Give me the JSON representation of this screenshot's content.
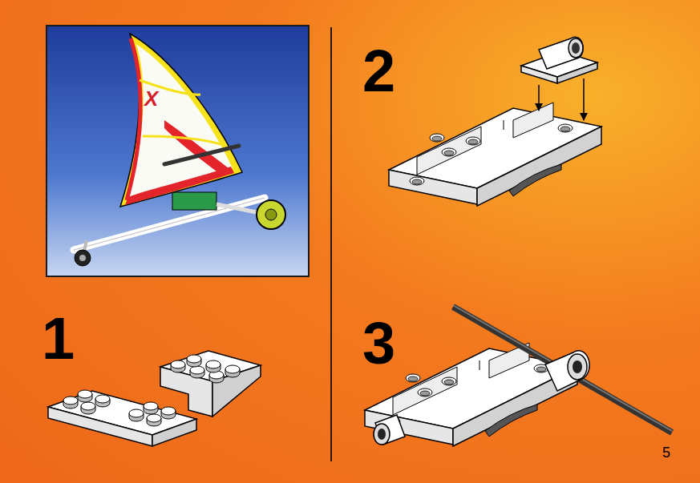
{
  "diagram": {
    "labels": [
      "X",
      "2",
      "1",
      "3",
      "5"
    ]
  }
}
